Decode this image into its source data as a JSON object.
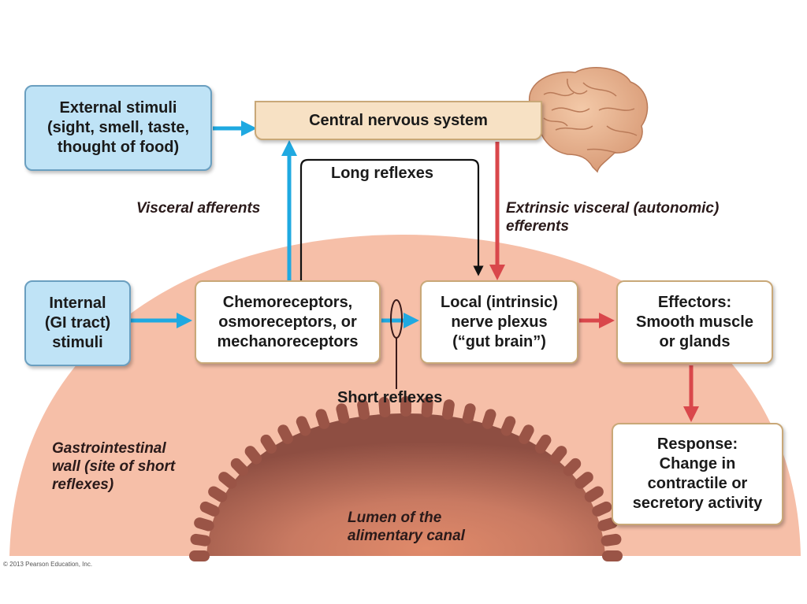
{
  "diagram": {
    "external_stimuli": [
      "External stimuli",
      "(sight, smell, taste,",
      "thought of food)"
    ],
    "cns": "Central nervous system",
    "long_reflexes": "Long reflexes",
    "visceral_afferents": "Visceral afferents",
    "extrinsic_efferents": [
      "Extrinsic visceral (autonomic)",
      "efferents"
    ],
    "internal_stimuli": [
      "Internal",
      "(GI tract)",
      "stimuli"
    ],
    "receptors": [
      "Chemoreceptors,",
      "osmoreceptors, or",
      "mechanoreceptors"
    ],
    "local_plexus": [
      "Local (intrinsic)",
      "nerve plexus",
      "(“gut brain”)"
    ],
    "effectors_title": "Effectors:",
    "effectors": [
      "Smooth muscle",
      "or glands"
    ],
    "short_reflexes": "Short reflexes",
    "gi_wall": [
      "Gastrointestinal",
      "wall (site of short",
      "reflexes)"
    ],
    "lumen": [
      "Lumen of the",
      "alimentary canal"
    ],
    "response_title": "Response:",
    "response": [
      "Change in",
      "contractile or",
      "secretory activity"
    ],
    "copyright": "© 2013 Pearson Education, Inc.",
    "colors": {
      "afferent_blue": "#1fa9e1",
      "efferent_red": "#d9474b",
      "wall_pink": "#f6bfa8",
      "lumen_brown": "#9a5446"
    }
  }
}
